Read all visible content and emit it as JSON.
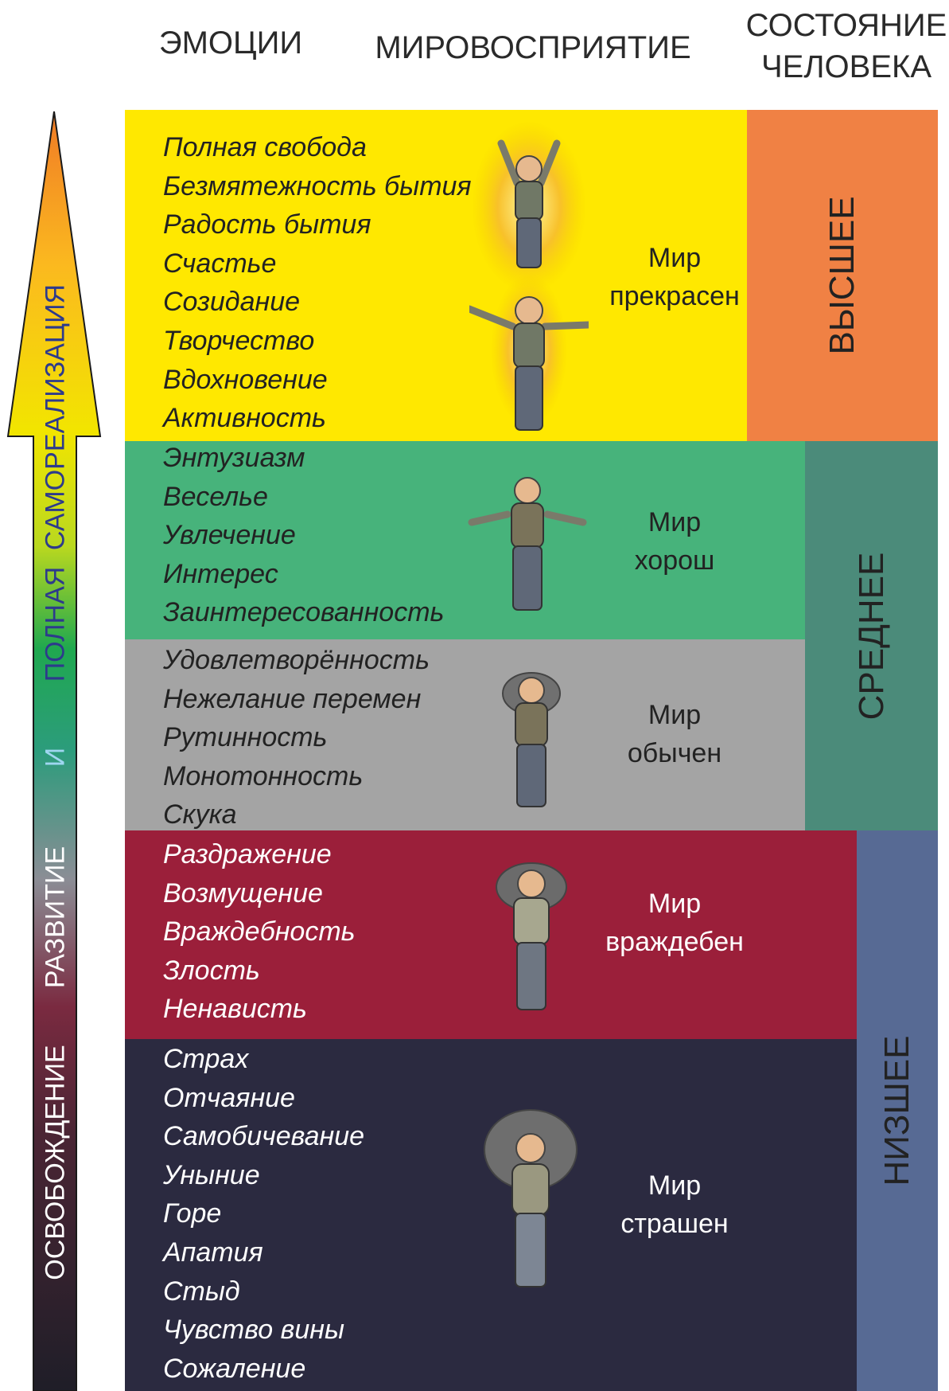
{
  "headers": {
    "emotions": "ЭМОЦИИ",
    "worldview": "МИРОВОСПРИЯТИЕ",
    "state_line1": "СОСТОЯНИЕ",
    "state_line2": "ЧЕЛОВЕКА"
  },
  "arrow": {
    "labels": [
      "ОСВОБОЖДЕНИЕ",
      "РАЗВИТИЕ",
      "И",
      "ПОЛНАЯ",
      "САМОРЕАЛИЗАЦИЯ"
    ]
  },
  "bands": [
    {
      "color": "#FFE800",
      "text_color": "#222222",
      "emotions": [
        "Полная свобода",
        "Безмятежность бытия",
        "Радость бытия",
        "Счастье",
        "Созидание",
        "Творчество",
        "Вдохновение",
        "Активность"
      ],
      "world_line1": "Мир",
      "world_line2": "прекрасен"
    },
    {
      "color": "#47B37B",
      "text_color": "#222222",
      "emotions": [
        "Энтузиазм",
        "Веселье",
        "Увлечение",
        "Интерес",
        "Заинтересованность"
      ],
      "world_line1": "Мир",
      "world_line2": "хорош"
    },
    {
      "color": "#A4A4A4",
      "text_color": "#222222",
      "emotions": [
        "Удовлетворённость",
        "Нежелание перемен",
        "Рутинность",
        "Монотонность",
        "Скука"
      ],
      "world_line1": "Мир",
      "world_line2": "обычен"
    },
    {
      "color": "#9B1F3A",
      "text_color": "#FFFFFF",
      "emotions": [
        "Раздражение",
        "Возмущение",
        "Враждебность",
        "Злость",
        "Ненависть"
      ],
      "world_line1": "Мир",
      "world_line2": "враждебен"
    },
    {
      "color": "#2B2A40",
      "text_color": "#FFFFFF",
      "emotions": [
        "Страх",
        "Отчаяние",
        "Самобичевание",
        "Уныние",
        "Горе",
        "Апатия",
        "Стыд",
        "Чувство вины",
        "Сожаление"
      ],
      "world_line1": "Мир",
      "world_line2": "страшен"
    }
  ],
  "states": [
    {
      "label": "ВЫСШЕЕ",
      "color": "#F08144"
    },
    {
      "label": "СРЕДНЕЕ",
      "color": "#4B8B7A"
    },
    {
      "label": "НИЗШЕЕ",
      "color": "#576A94"
    }
  ]
}
